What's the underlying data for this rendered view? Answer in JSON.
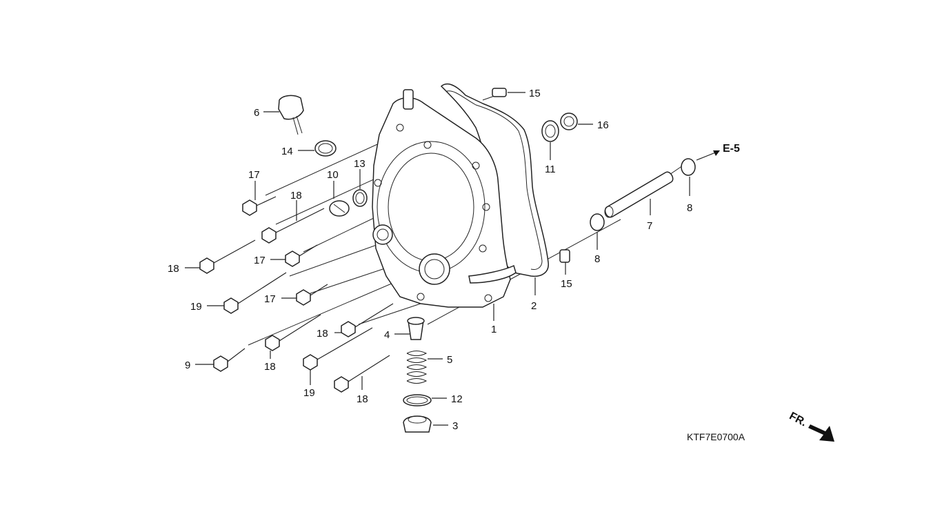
{
  "diagram": {
    "reference_code": "KTF7E0700A",
    "external_reference": "E-5",
    "front_indicator": "FR.",
    "callouts": [
      {
        "id": "c1",
        "label": "1"
      },
      {
        "id": "c2",
        "label": "2"
      },
      {
        "id": "c3",
        "label": "3"
      },
      {
        "id": "c4",
        "label": "4"
      },
      {
        "id": "c5",
        "label": "5"
      },
      {
        "id": "c6",
        "label": "6"
      },
      {
        "id": "c7",
        "label": "7"
      },
      {
        "id": "c8a",
        "label": "8"
      },
      {
        "id": "c8b",
        "label": "8"
      },
      {
        "id": "c9",
        "label": "9"
      },
      {
        "id": "c10",
        "label": "10"
      },
      {
        "id": "c11",
        "label": "11"
      },
      {
        "id": "c12",
        "label": "12"
      },
      {
        "id": "c13",
        "label": "13"
      },
      {
        "id": "c14",
        "label": "14"
      },
      {
        "id": "c15a",
        "label": "15"
      },
      {
        "id": "c15b",
        "label": "15"
      },
      {
        "id": "c16",
        "label": "16"
      },
      {
        "id": "c17a",
        "label": "17"
      },
      {
        "id": "c17b",
        "label": "17"
      },
      {
        "id": "c17c",
        "label": "17"
      },
      {
        "id": "c18a",
        "label": "18"
      },
      {
        "id": "c18b",
        "label": "18"
      },
      {
        "id": "c18c",
        "label": "18"
      },
      {
        "id": "c18d",
        "label": "18"
      },
      {
        "id": "c18e",
        "label": "18"
      },
      {
        "id": "c19a",
        "label": "19"
      },
      {
        "id": "c19b",
        "label": "19"
      }
    ]
  }
}
